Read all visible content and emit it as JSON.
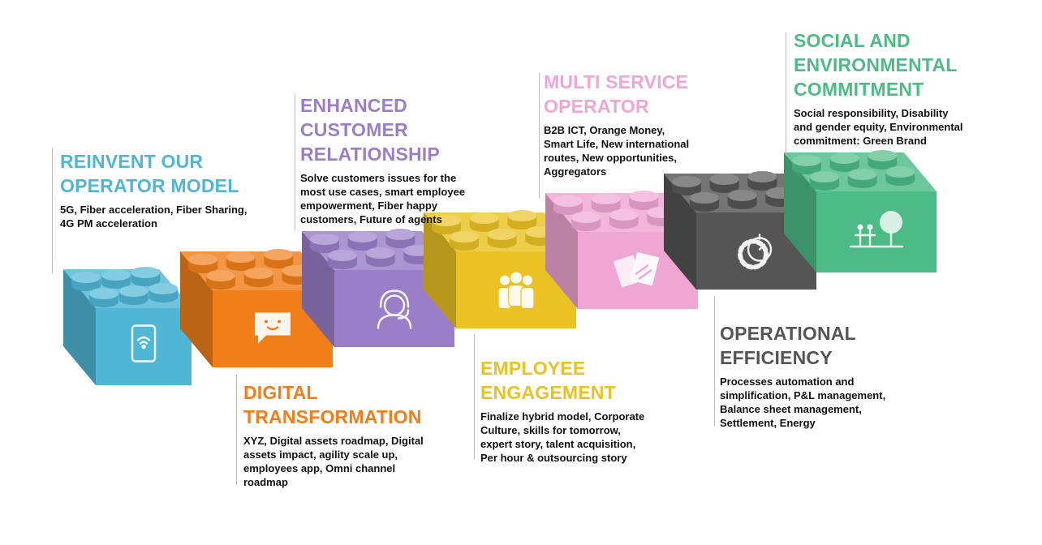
{
  "colors": {
    "reinvent": "#4fb6d6",
    "digital": "#f07f1a",
    "customer": "#9a7fc8",
    "employee": "#eac223",
    "multi": "#f0a6d3",
    "operational": "#555555",
    "social": "#4dbb86"
  },
  "labels": {
    "reinvent": {
      "title": [
        "REINVENT OUR",
        "OPERATOR MODEL"
      ],
      "body": [
        "5G, Fiber acceleration, Fiber Sharing,",
        "4G PM acceleration"
      ]
    },
    "digital": {
      "title": [
        "DIGITAL",
        "TRANSFORMATION"
      ],
      "body": [
        "XYZ, Digital assets roadmap, Digital",
        "assets impact, agility scale up,",
        "employees app, Omni channel",
        "roadmap"
      ]
    },
    "customer": {
      "title": [
        "ENHANCED",
        "CUSTOMER",
        "RELATIONSHIP"
      ],
      "body": [
        "Solve customers issues for the",
        "most use cases, smart employee",
        "empowerment, Fiber happy",
        "customers, Future of agents"
      ]
    },
    "employee": {
      "title": [
        "EMPLOYEE",
        "ENGAGEMENT"
      ],
      "body": [
        "Finalize hybrid model, Corporate",
        "Culture, skills for tomorrow,",
        "expert story, talent acquisition,",
        "Per hour & outsourcing story"
      ]
    },
    "multi": {
      "title": [
        "MULTI SERVICE",
        "OPERATOR"
      ],
      "body": [
        "B2B ICT, Orange Money,",
        "Smart Life, New international",
        "routes, New opportunities,",
        "Aggregators"
      ]
    },
    "operational": {
      "title": [
        "OPERATIONAL",
        "EFFICIENCY"
      ],
      "body": [
        "Processes automation and",
        "simplification, P&L management,",
        "Balance sheet management,",
        "Settlement, Energy"
      ]
    },
    "social": {
      "title": [
        "SOCIAL AND",
        "ENVIRONMENTAL",
        "COMMITMENT"
      ],
      "body": [
        "Social responsibility, Disability",
        "and gender equity, Environmental",
        "commitment: Green Brand"
      ]
    }
  },
  "bricks": [
    {
      "id": "reinvent",
      "icon": "wifi-phone-icon"
    },
    {
      "id": "digital",
      "icon": "chat-bubble-icon"
    },
    {
      "id": "customer",
      "icon": "headset-agent-icon"
    },
    {
      "id": "employee",
      "icon": "people-group-icon"
    },
    {
      "id": "multi",
      "icon": "documents-icon"
    },
    {
      "id": "operational",
      "icon": "gear-stopwatch-icon"
    },
    {
      "id": "social",
      "icon": "people-tree-icon"
    }
  ]
}
